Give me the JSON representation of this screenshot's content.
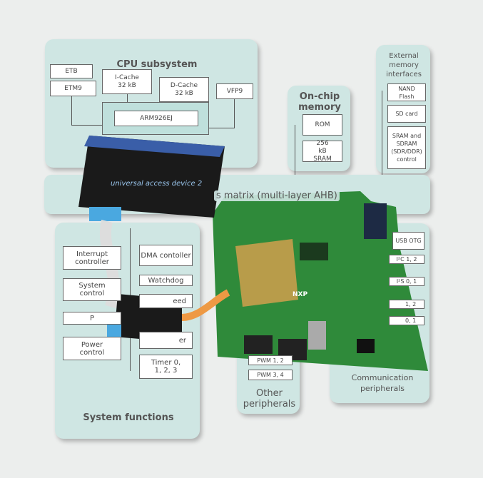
{
  "cpu": {
    "title": "CPU subsystem",
    "etb": "ETB",
    "etm9": "ETM9",
    "icache": "I-Cache 32 kB",
    "dcache": "D-Cache 32 kB",
    "vfp9": "VFP9",
    "core": "ARM926EJ"
  },
  "onchip": {
    "title": "On-chip memory",
    "rom": "ROM",
    "sram": "256 kB SRAM"
  },
  "external": {
    "title": "External memory interfaces",
    "nand": "NAND Flash",
    "sd": "SD card",
    "sdram": "SRAM and SDRAM (SDR/DDR) control"
  },
  "bus": {
    "label": "s matrix (multi-layer AHB)"
  },
  "system": {
    "title": "System functions",
    "interrupt": "Interrupt controller",
    "dma": "DMA contoller",
    "watchdog": "Watchdog",
    "sysctrl": "System control",
    "p": "P",
    "eed": "eed",
    "power": "Power control",
    "er": "er",
    "timer": "Timer 0, 1, 2, 3"
  },
  "other": {
    "title": "Other peripherals",
    "pwm12": "PWM 1, 2",
    "pwm34": "PWM 3, 4"
  },
  "comm": {
    "title": "Communication peripherals",
    "usb": "USB OTG",
    "i2c": "I²C 1, 2",
    "i2s": "I²S 0, 1",
    "c12": "1, 2",
    "c01": "0, 1"
  },
  "device": {
    "brand": "universal access device 2"
  },
  "board": {
    "logo": "NXP"
  }
}
